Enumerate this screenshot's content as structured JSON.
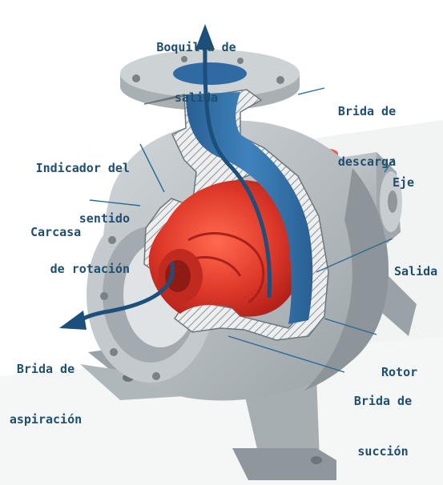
{
  "colors": {
    "label_text": "#1e4f6e",
    "leader_line": "#2a6a94",
    "casing": "#b9c0c4",
    "casing_shadow": "#8d959a",
    "impeller": "#e03a2b",
    "flow": "#2e6da4",
    "flow_arrow": "#1c4f7c",
    "hatch_bg": "#eceeef",
    "hatch_line": "#8a9297",
    "indicator_cap": "#d93a2a"
  },
  "labels": {
    "outlet_nozzle": [
      "Boquilla de",
      "salida"
    ],
    "discharge_flange": [
      "Brida de",
      "descarga"
    ],
    "rotation_indicator": [
      "Indicador del",
      "sentido",
      "de rotación"
    ],
    "shaft": [
      "Eje"
    ],
    "casing": [
      "Carcasa"
    ],
    "outlet": [
      "Salida"
    ],
    "suction_inlet_flange": [
      "Brida de",
      "aspiración"
    ],
    "impeller": [
      "Rotor"
    ],
    "suction_flange": [
      "Brida de",
      "succión"
    ]
  },
  "icons": {
    "flow_out": "arrow-up-icon",
    "flow_in": "arrow-left-icon"
  }
}
